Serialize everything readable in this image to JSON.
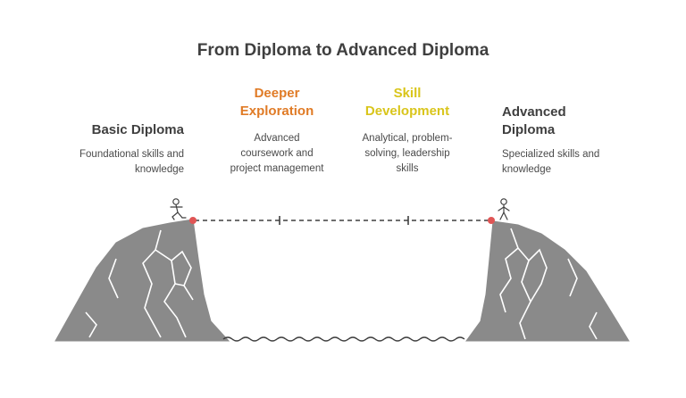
{
  "title": "From Diploma to Advanced Diploma",
  "stages": [
    {
      "label": "Basic Diploma",
      "desc_lines": [
        "Foundational skills and",
        "knowledge"
      ],
      "color": "#3f3f3f"
    },
    {
      "label_lines": [
        "Deeper",
        "Exploration"
      ],
      "desc_lines": [
        "Advanced",
        "coursework and",
        "project management"
      ],
      "color": "#e07b26"
    },
    {
      "label_lines": [
        "Skill",
        "Development"
      ],
      "desc_lines": [
        "Analytical, problem-",
        "solving, leadership",
        "skills"
      ],
      "color": "#d9c51b"
    },
    {
      "label_lines": [
        "Advanced",
        "Diploma"
      ],
      "desc_lines": [
        "Specialized skills and",
        "knowledge"
      ],
      "color": "#3f3f3f"
    }
  ],
  "colors": {
    "rock": "#8a8a8a",
    "rock_line": "#ffffff",
    "marker": "#e05555",
    "rope": "#3f3f3f"
  },
  "icons": [
    "walking-person-icon",
    "standing-person-icon"
  ]
}
